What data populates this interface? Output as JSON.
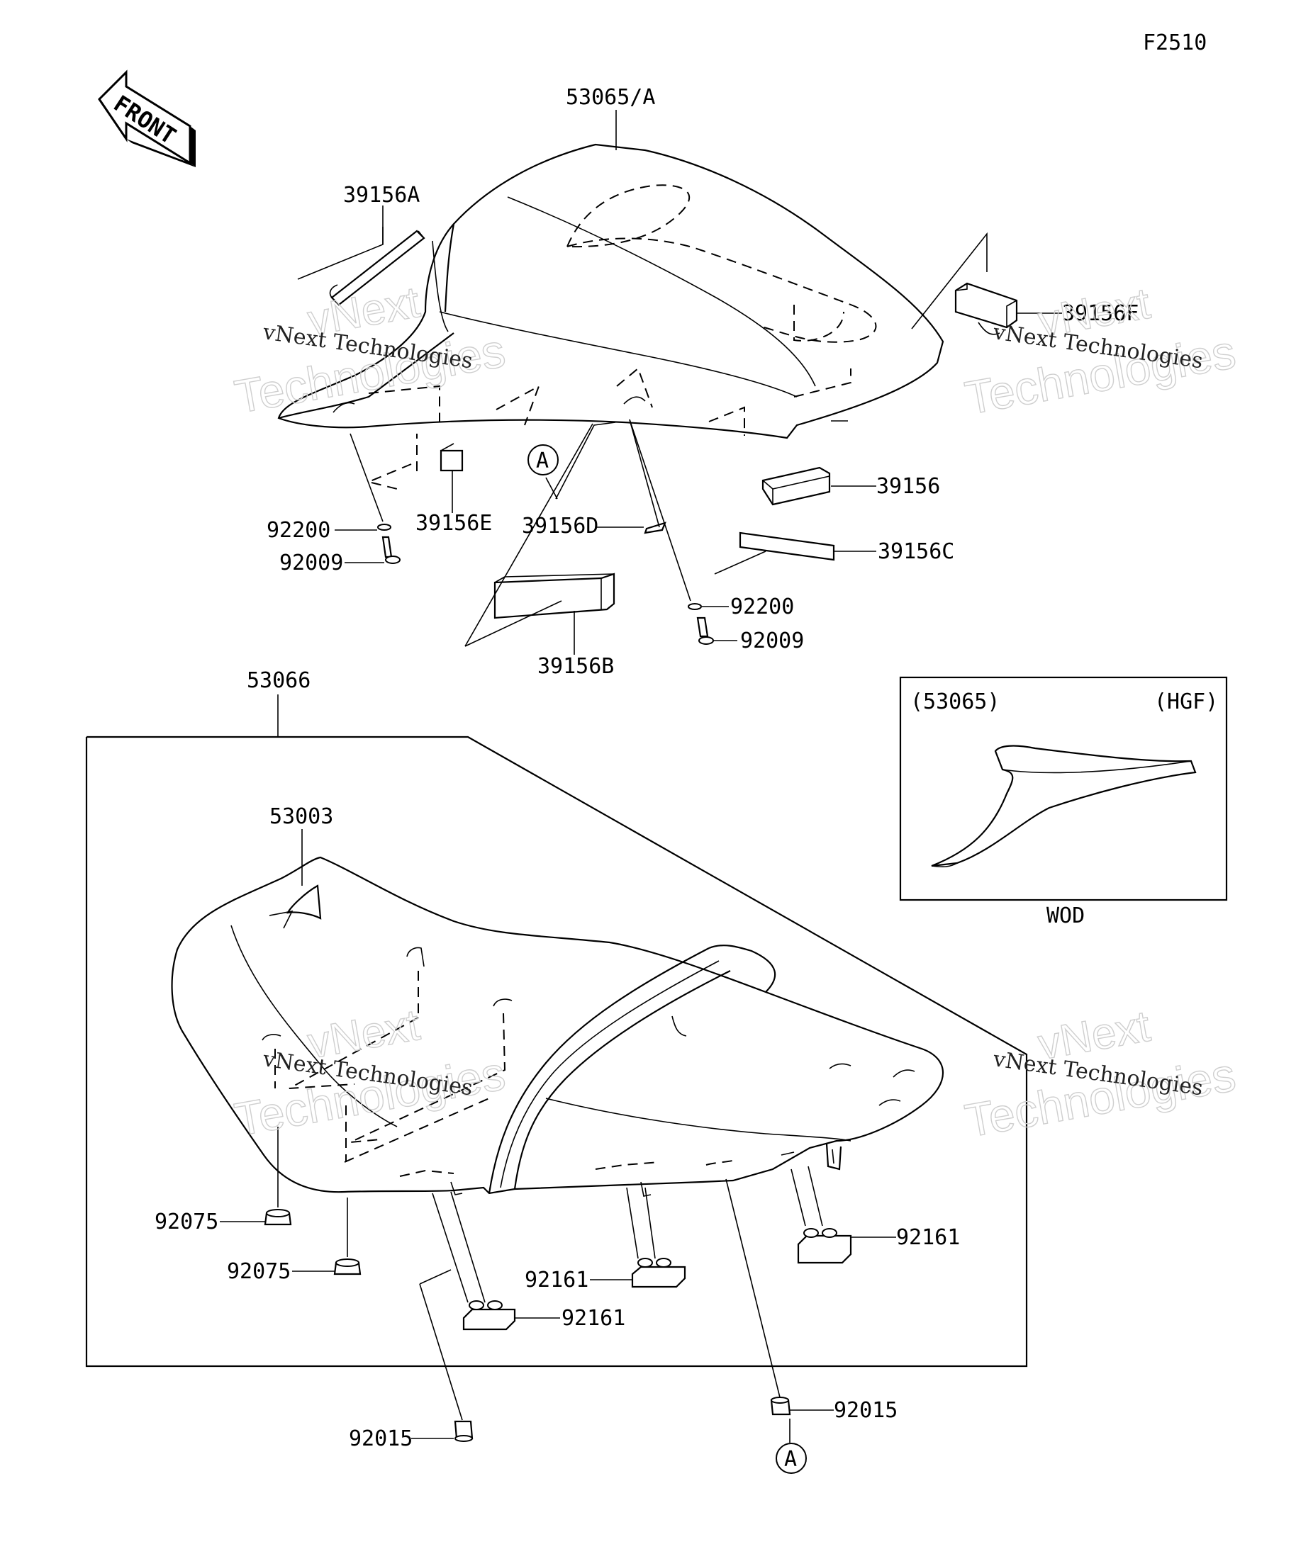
{
  "diagram": {
    "figure_code": "F2510",
    "front_arrow_label": "FRONT",
    "ref_marker": "A",
    "inset": {
      "left_label": "(53065)",
      "right_label": "(HGF)",
      "caption": "WOD"
    },
    "watermark": {
      "brand": "vNext",
      "company": "vNext Technologies",
      "word": "Technologies"
    },
    "part_labels": {
      "p53065A": "53065/A",
      "p39156A": "39156A",
      "p39156F": "39156F",
      "p39156": "39156",
      "p39156C": "39156C",
      "p39156E": "39156E",
      "p39156D": "39156D",
      "p39156B": "39156B",
      "p92200_left": "92200",
      "p92009_left": "92009",
      "p92200_right": "92200",
      "p92009_right": "92009",
      "p53066": "53066",
      "p53003": "53003",
      "p92075_a": "92075",
      "p92075_b": "92075",
      "p92161_a": "92161",
      "p92161_b": "92161",
      "p92161_c": "92161",
      "p92015_left": "92015",
      "p92015_right": "92015"
    }
  }
}
